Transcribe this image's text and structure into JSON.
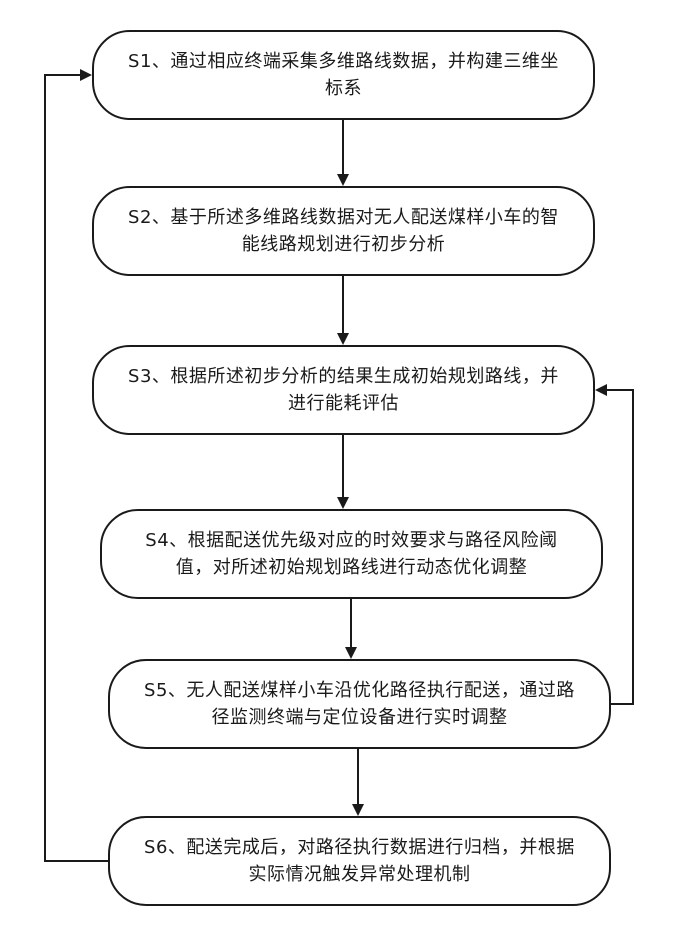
{
  "steps": [
    {
      "id": "S1",
      "text": "S1、通过相应终端采集多维路线数据，并构建三维坐标系"
    },
    {
      "id": "S2",
      "text": "S2、基于所述多维路线数据对无人配送煤样小车的智能线路规划进行初步分析"
    },
    {
      "id": "S3",
      "text": "S3、根据所述初步分析的结果生成初始规划路线，并进行能耗评估"
    },
    {
      "id": "S4",
      "text": "S4、根据配送优先级对应的时效要求与路径风险阈值，对所述初始规划路线进行动态优化调整"
    },
    {
      "id": "S5",
      "text": "S5、无人配送煤样小车沿优化路径执行配送，通过路径监测终端与定位设备进行实时调整"
    },
    {
      "id": "S6",
      "text": "S6、配送完成后，对路径执行数据进行归档，并根据实际情况触发异常处理机制"
    }
  ],
  "colors": {
    "stroke": "#1a1a1a",
    "background": "#ffffff"
  }
}
